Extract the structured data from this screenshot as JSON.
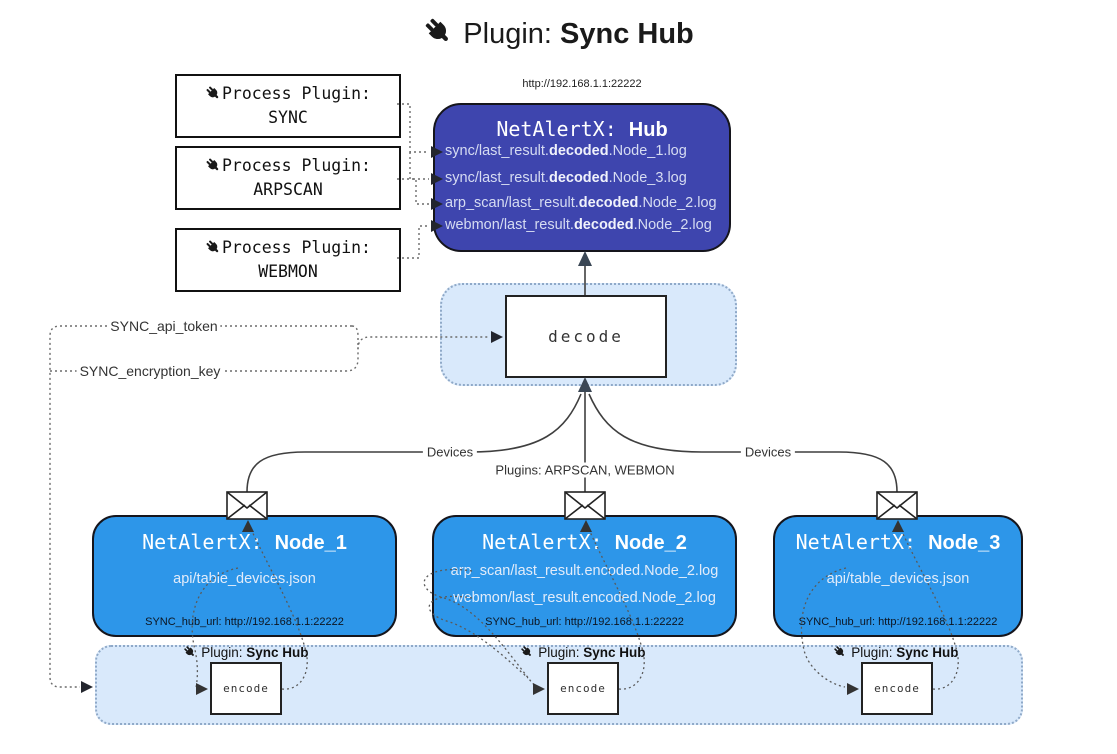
{
  "title": {
    "icon": "plug-icon",
    "prefix": "Plugin: ",
    "bold": "Sync Hub"
  },
  "process_plugins": {
    "heading": "Process Plugin:",
    "items": [
      "SYNC",
      "ARPSCAN",
      "WEBMON"
    ]
  },
  "hub": {
    "url": "http://192.168.1.1:22222",
    "title_prefix": "NetAlertX: ",
    "title_bold": "Hub",
    "lines": [
      {
        "pre": "sync/last_result.",
        "bold": "decoded",
        "post": ".Node_1.log"
      },
      {
        "pre": "sync/last_result.",
        "bold": "decoded",
        "post": ".Node_3.log"
      },
      {
        "pre": "arp_scan/last_result.",
        "bold": "decoded",
        "post": ".Node_2.log"
      },
      {
        "pre": "webmon/last_result.",
        "bold": "decoded",
        "post": ".Node_2.log"
      }
    ]
  },
  "decode": {
    "label": "decode"
  },
  "settings": {
    "api_token": "SYNC_api_token",
    "encryption_key": "SYNC_encryption_key"
  },
  "edges": {
    "devices_left": "Devices",
    "plugins_center": "Plugins: ARPSCAN, WEBMON",
    "devices_right": "Devices"
  },
  "nodes": [
    {
      "title_prefix": "NetAlertX: ",
      "title_bold": "Node_1",
      "lines": [
        "api/table_devices.json"
      ],
      "footer": "SYNC_hub_url: http://192.168.1.1:22222"
    },
    {
      "title_prefix": "NetAlertX: ",
      "title_bold": "Node_2",
      "lines": [
        "arp_scan/last_result.encoded.Node_2.log",
        "webmon/last_result.encoded.Node_2.log"
      ],
      "footer": "SYNC_hub_url: http://192.168.1.1:22222"
    },
    {
      "title_prefix": "NetAlertX: ",
      "title_bold": "Node_3",
      "lines": [
        "api/table_devices.json"
      ],
      "footer": "SYNC_hub_url: http://192.168.1.1:22222"
    }
  ],
  "encode_sections": {
    "label_prefix": "Plugin: ",
    "label_bold": "Sync Hub",
    "box_label": "encode"
  },
  "colors": {
    "hub_bg": "#3E45AE",
    "hub_text": "#D6DCF2",
    "node_bg": "#2D96E9",
    "node_text": "#E2ECFA",
    "band_bg": "#D9E9FB",
    "band_border": "#8FA9C8"
  }
}
